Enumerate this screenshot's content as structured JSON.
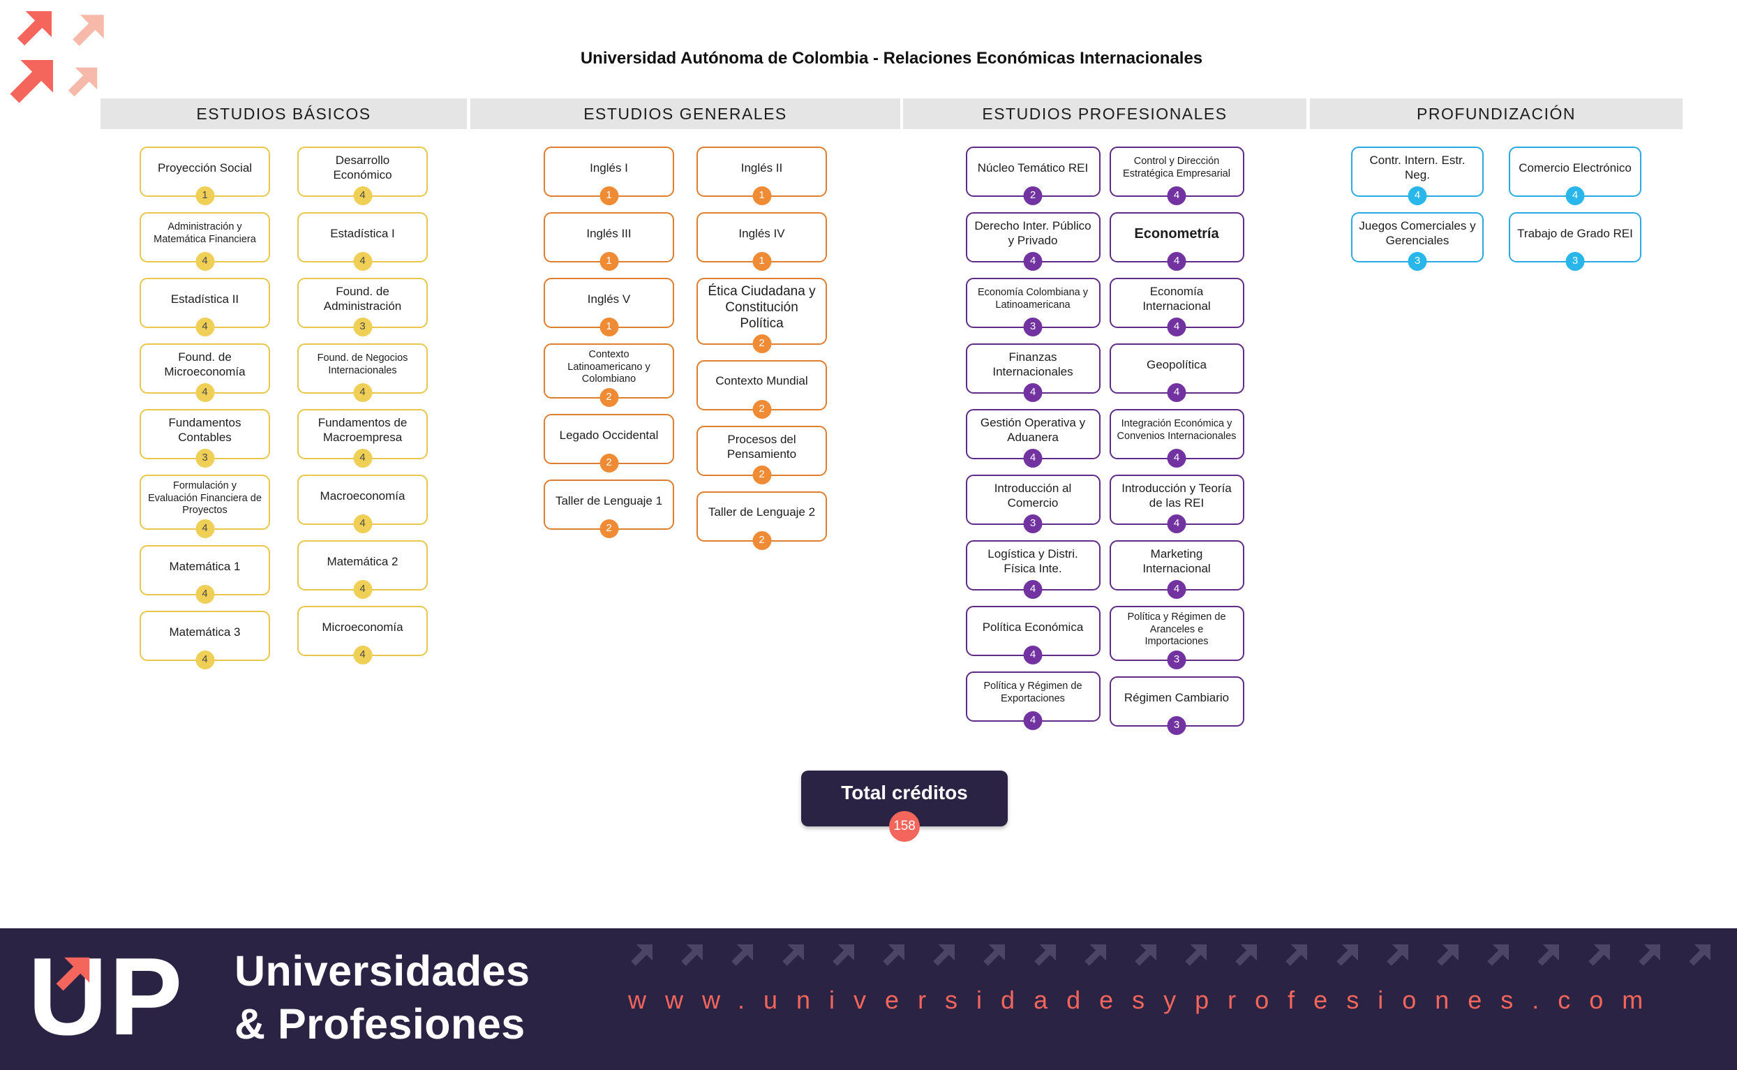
{
  "page": {
    "title": "Universidad Autónoma de Colombia - Relaciones Económicas Internacionales"
  },
  "theme": {
    "coral": "#F4655B",
    "coral_light": "#F7B9A9",
    "navy": "#2A2344",
    "header_bg": "#E6E5E5",
    "footer_arrow": "#4C4566"
  },
  "columns": [
    {
      "header": "ESTUDIOS BÁSICOS",
      "theme": {
        "border": "#E8C74A",
        "badge_bg": "#EFCF55",
        "badge_text": "#4a4a4a"
      },
      "subcolumns": [
        {
          "courses": [
            {
              "name": "Proyección Social",
              "credits": "1"
            },
            {
              "name": "Administración y Matemática Financiera",
              "credits": "4"
            },
            {
              "name": "Estadística II",
              "credits": "4"
            },
            {
              "name": "Found. de Microeconomía",
              "credits": "4"
            },
            {
              "name": "Fundamentos Contables",
              "credits": "3"
            },
            {
              "name": "Formulación y Evaluación Financiera de Proyectos",
              "credits": "4"
            },
            {
              "name": "Matemática 1",
              "credits": "4"
            },
            {
              "name": "Matemática 3",
              "credits": "4"
            }
          ]
        },
        {
          "courses": [
            {
              "name": "Desarrollo Económico",
              "credits": "4"
            },
            {
              "name": "Estadística I",
              "credits": "4"
            },
            {
              "name": "Found. de Administración",
              "credits": "3"
            },
            {
              "name": "Found. de Negocios Internacionales",
              "credits": "4"
            },
            {
              "name": "Fundamentos de Macroempresa",
              "credits": "4"
            },
            {
              "name": "Macroeconomía",
              "credits": "4"
            },
            {
              "name": "Matemática 2",
              "credits": "4"
            },
            {
              "name": "Microeconomía",
              "credits": "4"
            }
          ]
        }
      ]
    },
    {
      "header": "ESTUDIOS GENERALES",
      "theme": {
        "border": "#DE7E2E",
        "badge_bg": "#EF8B35",
        "badge_text": "#ffffff"
      },
      "subcolumns": [
        {
          "courses": [
            {
              "name": "Inglés I",
              "credits": "1"
            },
            {
              "name": "Inglés III",
              "credits": "1"
            },
            {
              "name": "Inglés V",
              "credits": "1"
            },
            {
              "name": "Contexto Latinoamericano y Colombiano",
              "credits": "2"
            },
            {
              "name": "Legado Occidental",
              "credits": "2"
            },
            {
              "name": "Taller de Lenguaje 1",
              "credits": "2"
            }
          ]
        },
        {
          "courses": [
            {
              "name": "Inglés II",
              "credits": "1"
            },
            {
              "name": "Inglés IV",
              "credits": "1"
            },
            {
              "name": "Ética Ciudadana y Constitución Política",
              "credits": "2",
              "emph": true
            },
            {
              "name": "Contexto Mundial",
              "credits": "2"
            },
            {
              "name": "Procesos del Pensamiento",
              "credits": "2"
            },
            {
              "name": "Taller de Lenguaje 2",
              "credits": "2"
            }
          ]
        }
      ]
    },
    {
      "header": "ESTUDIOS PROFESIONALES",
      "theme": {
        "border": "#5F2B87",
        "badge_bg": "#7233A0",
        "badge_text": "#ffffff"
      },
      "subcolumns": [
        {
          "courses": [
            {
              "name": "Núcleo Temático REI",
              "credits": "2"
            },
            {
              "name": "Derecho Inter. Público y Privado",
              "credits": "4"
            },
            {
              "name": "Economía Colombiana y Latinoamericana",
              "credits": "3"
            },
            {
              "name": "Finanzas Internacionales",
              "credits": "4"
            },
            {
              "name": "Gestión Operativa y Aduanera",
              "credits": "4"
            },
            {
              "name": "Introducción al Comercio",
              "credits": "3"
            },
            {
              "name": "Logística y Distri. Física Inte.",
              "credits": "4"
            },
            {
              "name": "Política Económica",
              "credits": "4"
            },
            {
              "name": "Política y Régimen de Exportaciones",
              "credits": "4"
            }
          ]
        },
        {
          "courses": [
            {
              "name": "Control y Dirección Estratégica Empresarial",
              "credits": "4"
            },
            {
              "name": "Econometría",
              "credits": "4",
              "bold": true
            },
            {
              "name": "Economía Internacional",
              "credits": "4"
            },
            {
              "name": "Geopolítica",
              "credits": "4"
            },
            {
              "name": "Integración Económica y Convenios Internacionales",
              "credits": "4"
            },
            {
              "name": "Introducción y Teoría de las REI",
              "credits": "4"
            },
            {
              "name": "Marketing Internacional",
              "credits": "4"
            },
            {
              "name": "Política y Régimen de Aranceles e Importaciones",
              "credits": "3"
            },
            {
              "name": "Régimen Cambiario",
              "credits": "3"
            }
          ]
        }
      ]
    },
    {
      "header": "PROFUNDIZACIÓN",
      "theme": {
        "border": "#29ABE2",
        "badge_bg": "#29B6EA",
        "badge_text": "#ffffff"
      },
      "subcolumns": [
        {
          "courses": [
            {
              "name": "Contr. Intern. Estr. Neg.",
              "credits": "4"
            },
            {
              "name": "Juegos Comerciales y Gerenciales",
              "credits": "3"
            }
          ]
        },
        {
          "courses": [
            {
              "name": "Comercio Electrónico",
              "credits": "4"
            },
            {
              "name": "Trabajo de Grado REI",
              "credits": "3"
            }
          ]
        }
      ]
    }
  ],
  "total": {
    "label": "Total créditos",
    "value": "158"
  },
  "footer": {
    "logo_text": "UP",
    "brand_line1": "Universidades",
    "brand_line2": "& Profesiones",
    "url": "www.universidadesyprofesiones.com"
  }
}
